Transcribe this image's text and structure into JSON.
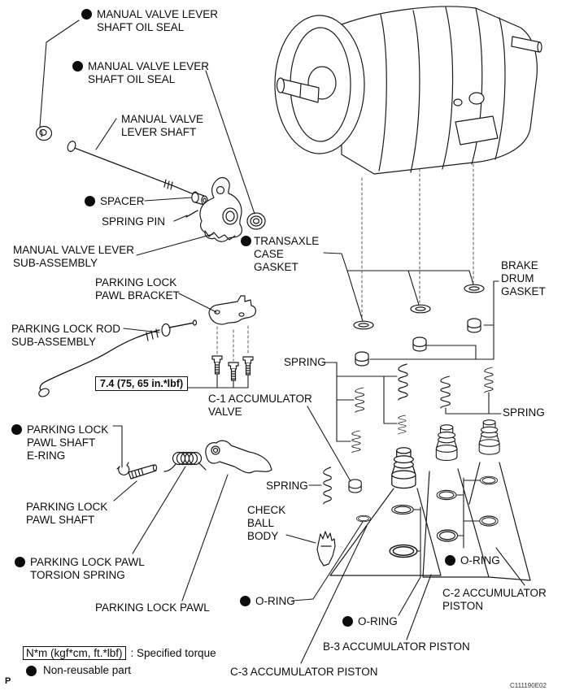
{
  "figure": {
    "code": "C111190E02",
    "page_marker": "P"
  },
  "colors": {
    "line": "#1a1a1a",
    "background": "#ffffff"
  },
  "torque": {
    "c1_accumulator_valve_bolts": "7.4 (75, 65 in.*lbf)"
  },
  "legend": {
    "torque_symbol": "N*m (kgf*cm, ft.*lbf)",
    "torque_meaning": ": Specified torque",
    "non_reusable": "Non-reusable part"
  },
  "parts": {
    "manual_valve_lever_shaft_oil_seal_1": "MANUAL VALVE LEVER\nSHAFT OIL SEAL",
    "manual_valve_lever_shaft_oil_seal_2": "MANUAL VALVE LEVER\nSHAFT OIL SEAL",
    "manual_valve_lever_shaft": "MANUAL VALVE\nLEVER SHAFT",
    "spacer": "SPACER",
    "spring_pin": "SPRING PIN",
    "manual_valve_lever_sub_assembly": "MANUAL VALVE LEVER\nSUB-ASSEMBLY",
    "parking_lock_pawl_bracket": "PARKING LOCK\nPAWL BRACKET",
    "parking_lock_rod_sub_assembly": "PARKING LOCK ROD\nSUB-ASSEMBLY",
    "c1_accumulator_valve": "C-1 ACCUMULATOR\nVALVE",
    "transaxle_case_gasket": "TRANSAXLE\nCASE\nGASKET",
    "brake_drum_gasket": "BRAKE\nDRUM\nGASKET",
    "spring_left": "SPRING",
    "spring_right": "SPRING",
    "spring_mid": "SPRING",
    "parking_lock_pawl_shaft_e_ring": "PARKING LOCK\nPAWL SHAFT\nE-RING",
    "parking_lock_pawl_shaft": "PARKING LOCK\nPAWL SHAFT",
    "parking_lock_pawl_torsion_spring": "PARKING LOCK PAWL\nTORSION SPRING",
    "parking_lock_pawl": "PARKING LOCK PAWL",
    "check_ball_body": "CHECK\nBALL\nBODY",
    "o_ring_left": "O-RING",
    "o_ring_mid": "O-RING",
    "o_ring_right": "O-RING",
    "c2_accumulator_piston": "C-2 ACCUMULATOR\nPISTON",
    "b3_accumulator_piston": "B-3 ACCUMULATOR PISTON",
    "c3_accumulator_piston": "C-3 ACCUMULATOR PISTON"
  }
}
